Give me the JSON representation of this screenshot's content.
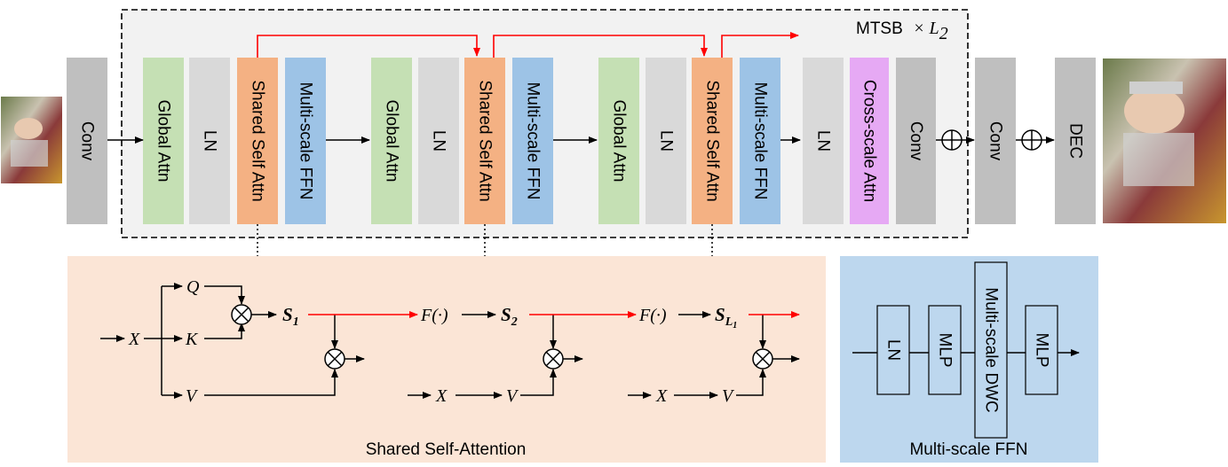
{
  "title": {
    "name": "MTSB",
    "repeat": "× L",
    "sub": "2"
  },
  "main": {
    "conv_in": "Conv",
    "group1": [
      "Global Attn",
      "LN",
      "Shared Self Attn",
      "Multi-scale FFN"
    ],
    "group2": [
      "Global Attn",
      "LN",
      "Shared Self Attn",
      "Multi-scale FFN"
    ],
    "group3": [
      "Global Attn",
      "LN",
      "Shared Self Attn",
      "Multi-scale FFN"
    ],
    "tail": [
      "LN",
      "Cross-scale Attn",
      "Conv"
    ],
    "conv_out": "Conv",
    "dec": "DEC"
  },
  "ssa": {
    "caption": "Shared Self-Attention",
    "x": "X",
    "q": "Q",
    "k": "K",
    "v": "V",
    "s1": "S",
    "s1_sub": "1",
    "f": "F(·)",
    "s2": "S",
    "s2_sub": "2",
    "sl": "S",
    "sl_sub": "L",
    "sl_subsub": "1"
  },
  "ffn": {
    "caption": "Multi-scale FFN",
    "blocks": [
      "LN",
      "MLP",
      "Multi-scale DWC",
      "MLP"
    ]
  },
  "colors": {
    "conv": "#bfbfbf",
    "global_attn": "#c5e0b4",
    "ln": "#d9d9d9",
    "shared_attn": "#f4b183",
    "ffn": "#9dc3e6",
    "cross_attn": "#e6a9f4",
    "ssa_bg": "#fbe5d6",
    "ffn_bg": "#bdd7ee",
    "mtsb_bg": "#f2f2f2",
    "red": "#ff0000"
  },
  "icons": [
    "input-image-icon",
    "output-image-icon",
    "add-icon",
    "multiply-icon"
  ]
}
